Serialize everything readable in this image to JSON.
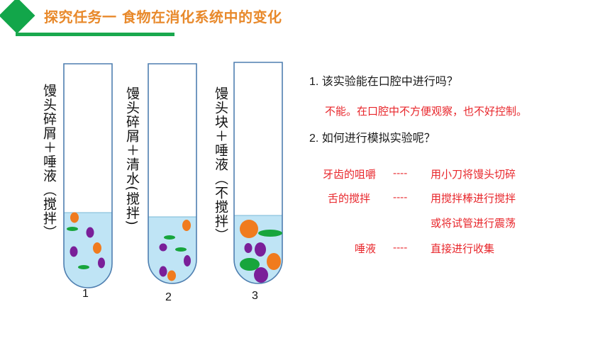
{
  "header": {
    "title": "探究任务一  食物在消化系统中的变化",
    "accent_color": "#12a64a",
    "title_color": "#e8892b",
    "icon": "diamond-icon"
  },
  "tubes": [
    {
      "label": "馒头碎屑＋唾液（搅拌）",
      "number": "1"
    },
    {
      "label": "馒头碎屑＋清水(搅拌)",
      "number": "2"
    },
    {
      "label": "馒头块＋唾液（不搅拌）",
      "number": "3"
    }
  ],
  "questions": {
    "q1": "1. 该实验能在口腔中进行吗？",
    "a1": "不能。在口腔中不方便观察，也不好控制。",
    "q2": "2. 如何进行模拟实验呢？"
  },
  "mapping": [
    {
      "left": "牙齿的咀嚼",
      "dash": "----",
      "right": "用小刀将馒头切碎"
    },
    {
      "left": "舌的搅拌",
      "dash": "----",
      "right": "用搅拌棒进行搅拌"
    },
    {
      "left": "",
      "dash": "",
      "right": "或将试管进行震荡"
    },
    {
      "left": "唾液",
      "dash": "----",
      "right": "直接进行收集"
    }
  ],
  "colors": {
    "liquid": "#bfe4f5",
    "orange": "#f07b1e",
    "purple": "#7a1f99",
    "green": "#17a53c",
    "answer": "#e8262b"
  }
}
